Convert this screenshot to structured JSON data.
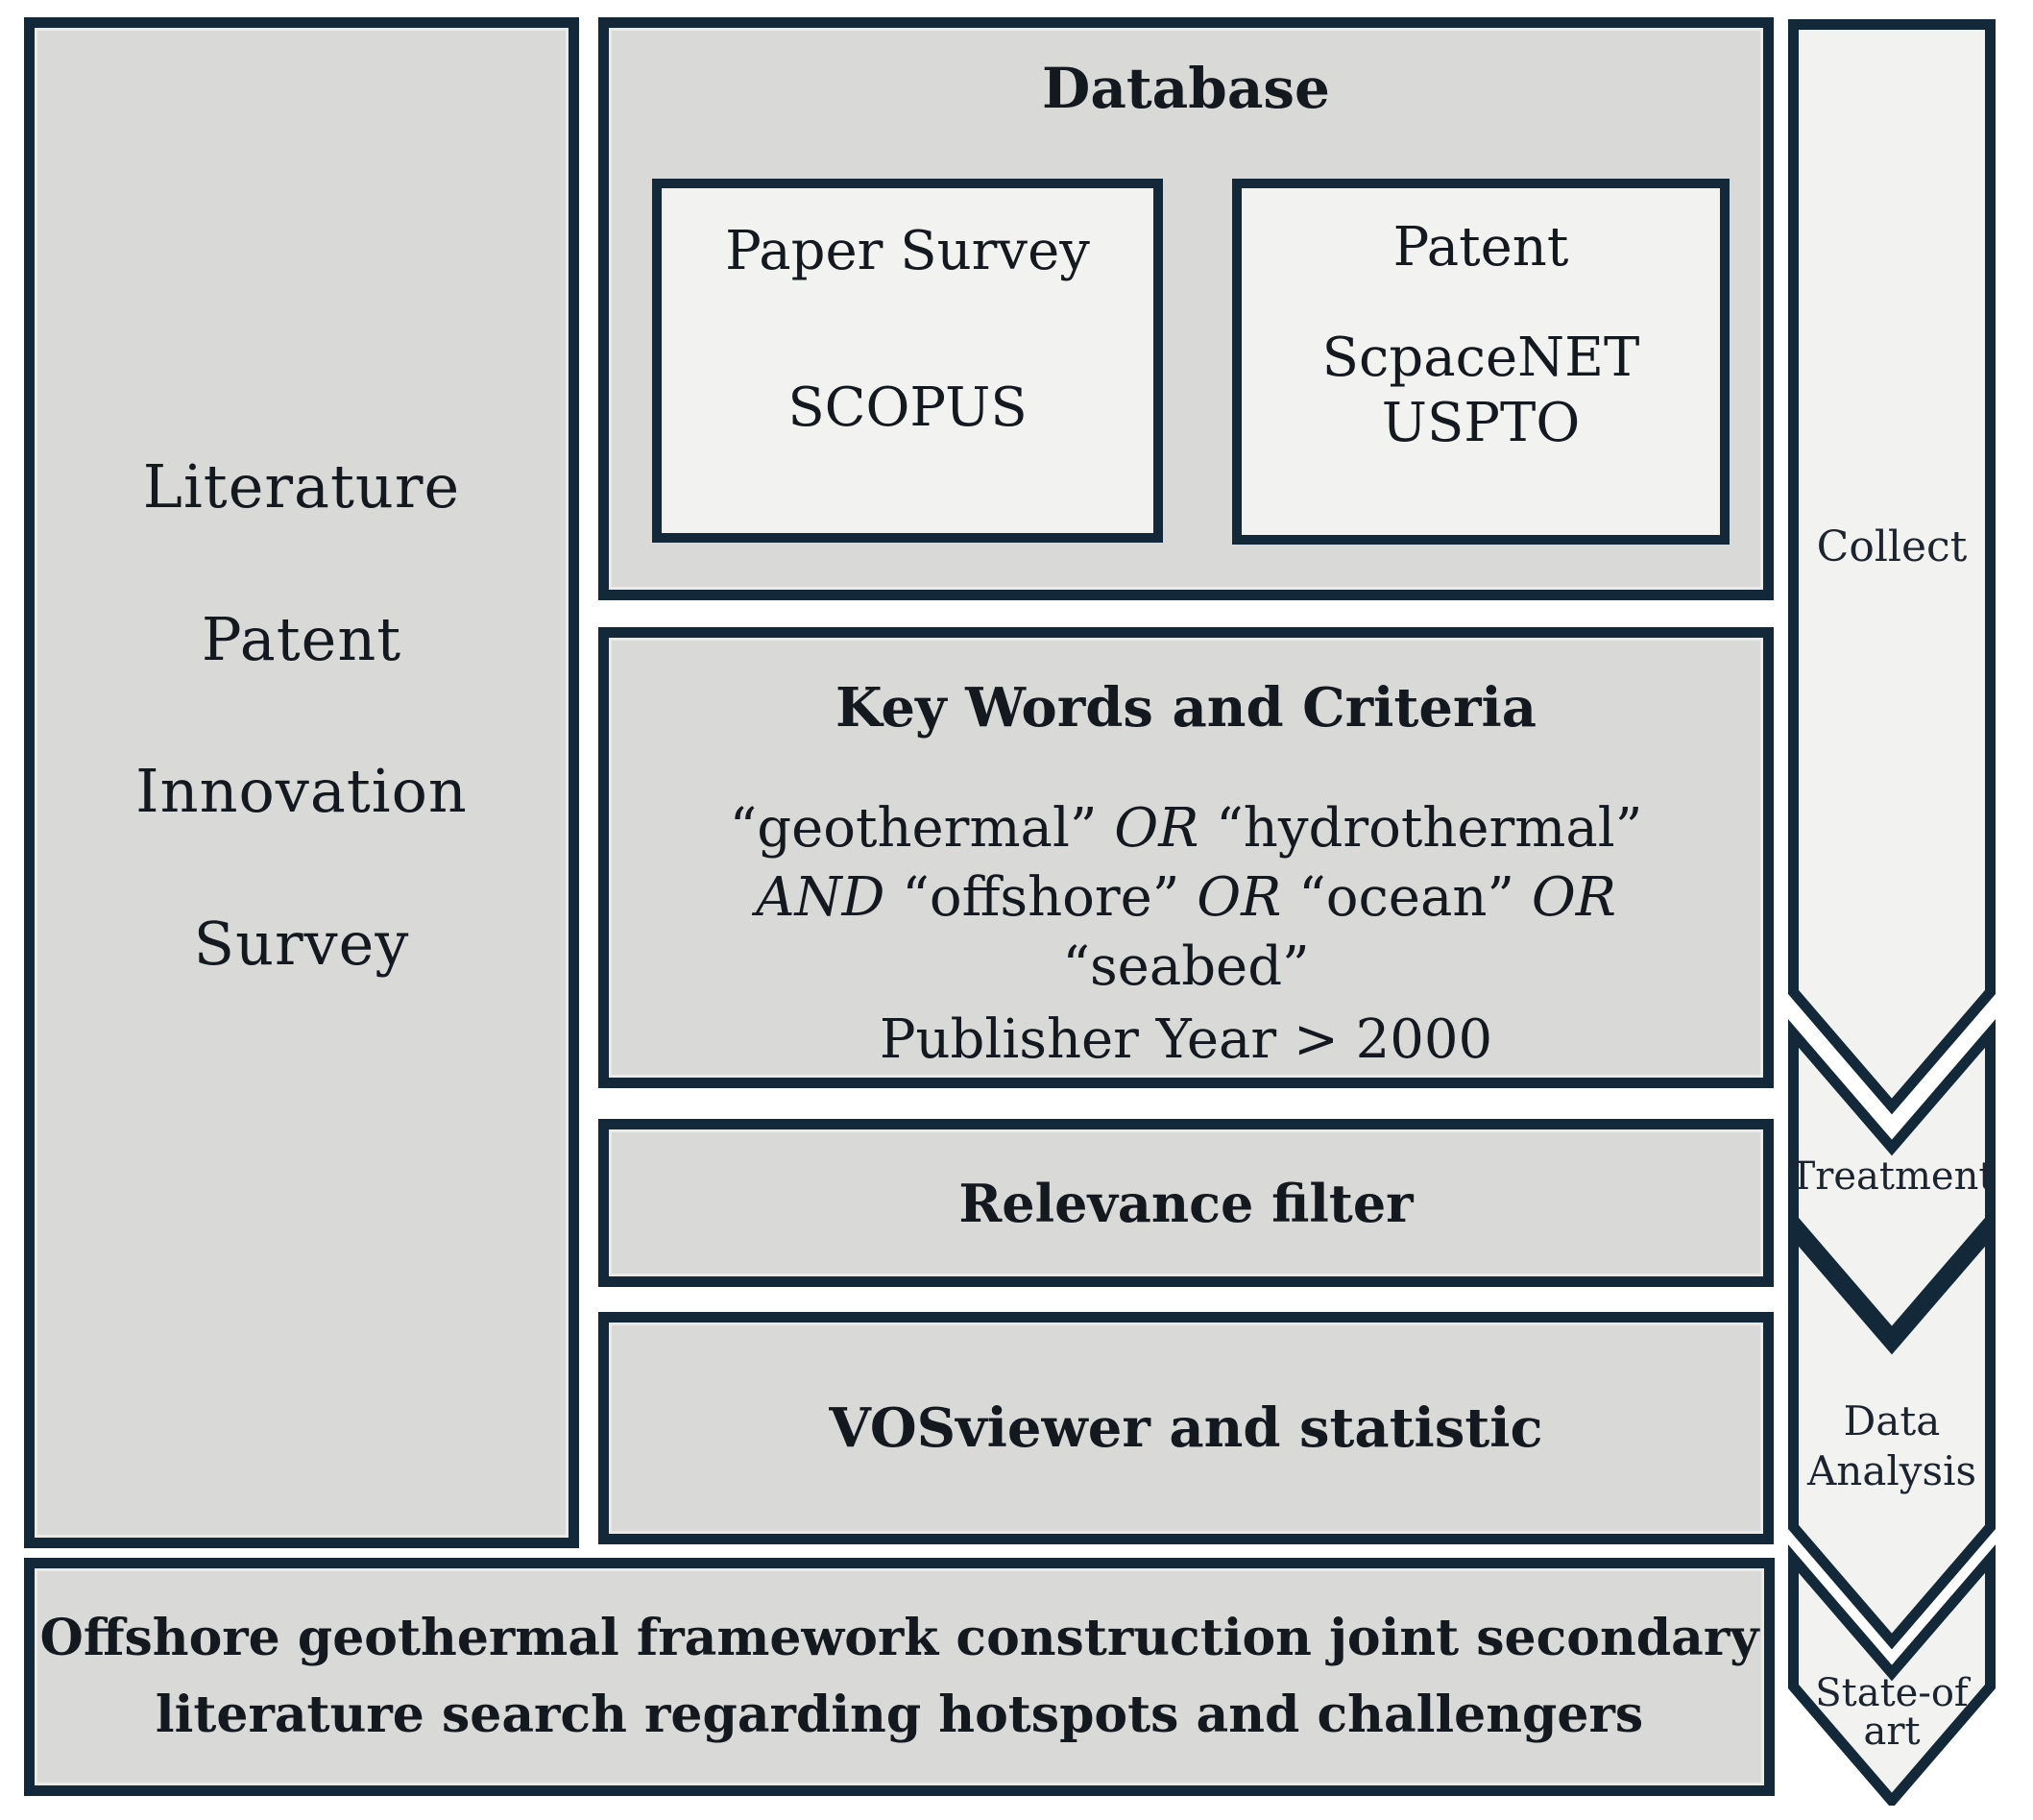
{
  "colors": {
    "border": "#132939",
    "panel_fill": "#d9d9d8",
    "light_fill": "#f2f2f0",
    "text": "#14181f"
  },
  "left_panel": {
    "lines": [
      "Literature",
      "Patent",
      "Innovation",
      "Survey"
    ]
  },
  "database": {
    "title": "Database",
    "paper": {
      "title": "Paper Survey",
      "source": "SCOPUS"
    },
    "patent": {
      "title": "Patent",
      "sources": [
        "ScpaceNET",
        "USPTO"
      ]
    }
  },
  "keywords": {
    "title": "Key Words and Criteria",
    "query_lines": [
      [
        {
          "t": "“geothermal” "
        },
        {
          "t": "OR",
          "i": true
        },
        {
          "t": " “hydrothermal”"
        }
      ],
      [
        {
          "t": "AND",
          "i": true
        },
        {
          "t": " “offshore” "
        },
        {
          "t": "OR",
          "i": true
        },
        {
          "t": " “ocean” "
        },
        {
          "t": "OR",
          "i": true
        }
      ],
      [
        {
          "t": "“seabed”"
        }
      ]
    ],
    "criteria": "Publisher Year > 2000"
  },
  "relevance": {
    "label": "Relevance filter"
  },
  "analysis": {
    "label": "VOSviewer and statistic"
  },
  "result": {
    "lines": [
      "Offshore geothermal framework construction joint secondary",
      "literature search regarding hotspots and challengers"
    ]
  },
  "process": {
    "steps": [
      {
        "label": "Collect",
        "lines": [
          "Collect"
        ]
      },
      {
        "label": "Treatment",
        "lines": [
          "Treatment"
        ]
      },
      {
        "label": "Data Analysis",
        "lines": [
          "Data",
          "Analysis"
        ]
      },
      {
        "label": "State-of art",
        "lines": [
          "State-of",
          "art"
        ]
      }
    ]
  }
}
